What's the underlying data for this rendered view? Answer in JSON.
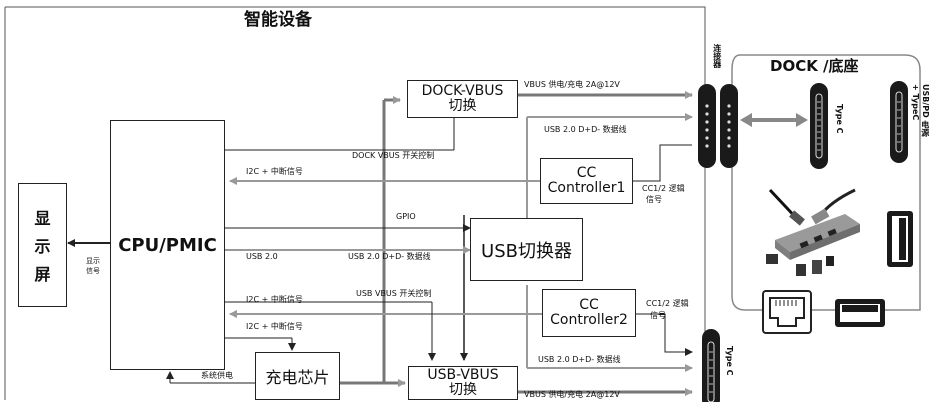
{
  "title": "智能设备",
  "dock_title": "DOCK /底座",
  "boxes": {
    "display": [
      "显",
      "示",
      "屏"
    ],
    "cpu": "CPU/PMIC",
    "dock_vbus": [
      "DOCK-VBUS",
      "切换"
    ],
    "cc1": [
      "CC",
      "Controller1"
    ],
    "usb_switch": "USB切换器",
    "cc2": [
      "CC",
      "Controller2"
    ],
    "charger": "充电芯片",
    "usb_vbus": [
      "USB-VBUS",
      "切换"
    ]
  },
  "labels": {
    "vbus_top": "VBUS 供电/充电 2A@12V",
    "usb20_dd_top": "USB 2.0 D+D- 数据线",
    "dock_vbus_ctrl": "DOCK VBUS 开关控制",
    "i2c_int_1": "I2C + 中断信号",
    "cc12_logic": [
      "CC1/2 逻辑",
      "信号"
    ],
    "gpio": "GPIO",
    "usb20": "USB 2.0",
    "usb20_dd_mid": "USB 2.0 D+D- 数据线",
    "display_signal": [
      "显示",
      "信号"
    ],
    "i2c_int_2": "I2C + 中断信号",
    "usb_vbus_ctrl": "USB VBUS 开关控制",
    "cc12_logic_2": [
      "CC1/2 逻辑",
      "信号"
    ],
    "i2c_int_3": "I2C + 中断信号",
    "usb20_dd_bottom": "USB 2.0 D+D- 数据线",
    "system_power": "系统供电",
    "vbus_bottom": "VBUS 供电/充电 2A@12V",
    "connector": "连接器",
    "type_c_dock": "Type C",
    "usb_pd": [
      "USB/PD 电源",
      "+ TypeC"
    ],
    "type_c_bottom": "Type C"
  },
  "icons": [
    "pogo-connector-icon",
    "type-c-port-icon",
    "usb-a-port-icon",
    "ethernet-port-icon",
    "usb-hub-product-icon"
  ]
}
